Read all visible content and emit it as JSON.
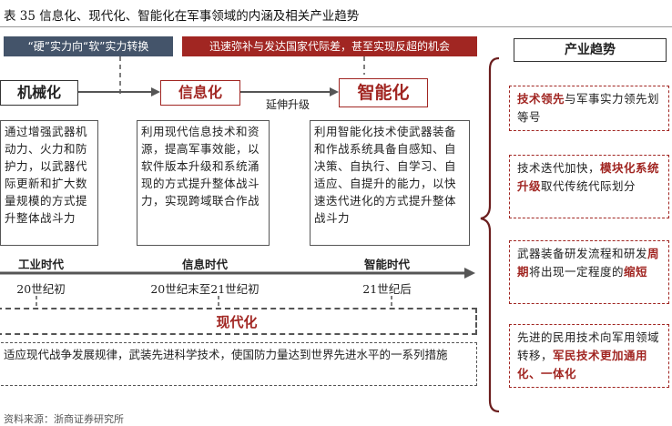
{
  "title": "表 35 信息化、现代化、智能化在军事领域的内涵及相关产业趋势",
  "banners": {
    "blue": "“硬”实力向“软”实力转换",
    "red": "迅速弥补与发达国家代际差，甚至实现反超的机会"
  },
  "stages": {
    "mech": "机械化",
    "info": "信息化",
    "smart": "智能化",
    "extend": "延伸升级"
  },
  "descriptions": {
    "mech": "通过增强武器机动力、火力和防护力，以武器代际更新和扩大数量规模的方式提升整体战斗力",
    "info": "利用现代信息技术和资源，提高军事效能，以软件版本升级和系统涌现的方式提升整体战斗力，实现跨域联合作战",
    "smart": "利用智能化技术使武器装备和作战系统具备自感知、自决策、自执行、自学习、自适应、自提升的能力，以快速迭代进化的方式提升整体战斗力"
  },
  "timeline": {
    "eras": [
      "工业时代",
      "信息时代",
      "智能时代"
    ],
    "times": [
      "20世纪初",
      "20世纪末至21世纪初",
      "21世纪后"
    ]
  },
  "modernization": {
    "label": "现代化",
    "text": "适应现代战争发展规律，武装先进科学技术，使国防力量达到世界先进水平的一系列措施"
  },
  "trends": {
    "header": "产业趋势",
    "t1": {
      "hl": "技术领先",
      "rest": "与军事实力领先划等号"
    },
    "t2": {
      "pre": "技术迭代加快，",
      "hl": "模块化系统升级",
      "rest": "取代传统代际划分"
    },
    "t3": {
      "pre": "武器装备研发流程和研发",
      "hl1": "周期",
      "mid": "将出现一定程度的",
      "hl2": "缩短"
    },
    "t4": {
      "pre": "先进的民用技术向军用领域转移，",
      "hl": "军民技术更加通用化、一体化"
    }
  },
  "footer": "资料来源：浙商证券研究所",
  "colors": {
    "accent_red": "#a12622",
    "banner_blue": "#44546a"
  }
}
